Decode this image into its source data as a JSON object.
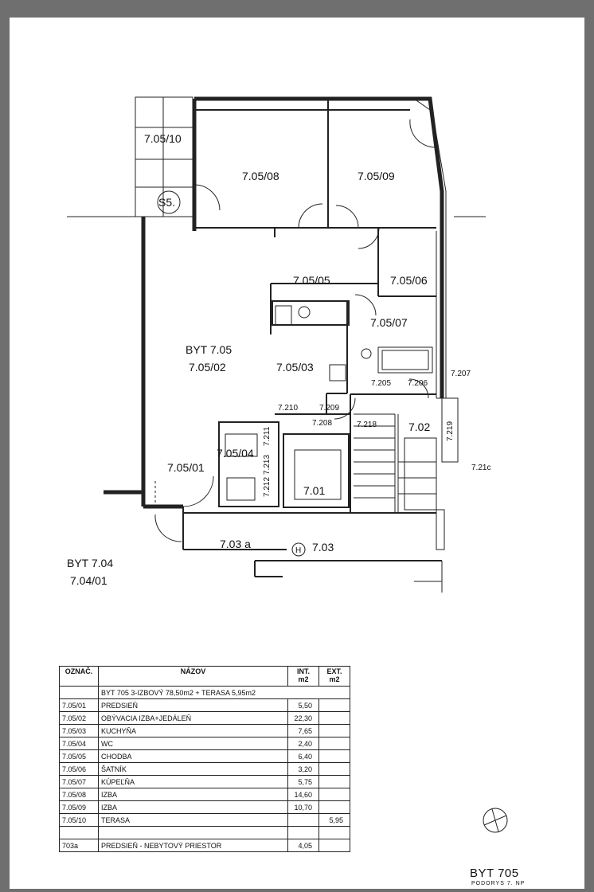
{
  "rooms": {
    "r0510": "7.05/10",
    "r0508": "7.05/08",
    "r0509": "7.05/09",
    "s5": "S5.",
    "r0505": "7.05/05",
    "r0506": "7.05/06",
    "r0507": "7.05/07",
    "byt705": "BYT 7.05",
    "r0502": "7.05/02",
    "r0503": "7.05/03",
    "r0501": "7.05/01",
    "r0504": "7.05/04",
    "r701": "7.01",
    "r702": "7.02",
    "r703a": "7.03 a",
    "r703": "7.03",
    "lift": "H",
    "byt704": "BYT 7.04",
    "r0401": "7.04/01"
  },
  "small_labels": {
    "l7207": "7.207",
    "l7205": "7.205",
    "l7206": "7.206",
    "l7210": "7.210",
    "l7209": "7.209",
    "l7208": "7.208",
    "l7218": "7.218",
    "l7219": "7.219",
    "l7211": "7.211",
    "l7212": "7.212",
    "l7213": "7.213",
    "l7214": "7.21c"
  },
  "table": {
    "headers": {
      "code": "OZNAČ.",
      "name": "NÁZOV",
      "int": "INT.",
      "int_unit": "m2",
      "ext": "EXT.",
      "ext_unit": "m2"
    },
    "summary": "BYT 705  3-IZBOVÝ  78,50m2 + TERASA  5,95m2",
    "rows": [
      {
        "code": "7.05/01",
        "name": "PREDSIEŇ",
        "int": "5,50",
        "ext": ""
      },
      {
        "code": "7.05/02",
        "name": "OBÝVACIA IZBA+JEDÁLEŇ",
        "int": "22,30",
        "ext": ""
      },
      {
        "code": "7.05/03",
        "name": "KUCHYŇA",
        "int": "7,65",
        "ext": ""
      },
      {
        "code": "7.05/04",
        "name": "WC",
        "int": "2,40",
        "ext": ""
      },
      {
        "code": "7.05/05",
        "name": "CHODBA",
        "int": "6,40",
        "ext": ""
      },
      {
        "code": "7.05/06",
        "name": "ŠATNÍK",
        "int": "3,20",
        "ext": ""
      },
      {
        "code": "7.05/07",
        "name": "KÚPEĽŇA",
        "int": "5,75",
        "ext": ""
      },
      {
        "code": "7.05/08",
        "name": "IZBA",
        "int": "14,60",
        "ext": ""
      },
      {
        "code": "7.05/09",
        "name": "IZBA",
        "int": "10,70",
        "ext": ""
      },
      {
        "code": "7.05/10",
        "name": "TERASA",
        "int": "",
        "ext": "5,95"
      }
    ],
    "extra_row": {
      "code": "703a",
      "name": "PREDSIEŇ - NEBYTOVÝ PRIESTOR",
      "int": "4,05",
      "ext": ""
    }
  },
  "title": "BYT  705",
  "subtitle": "PODORYS 7. NP"
}
